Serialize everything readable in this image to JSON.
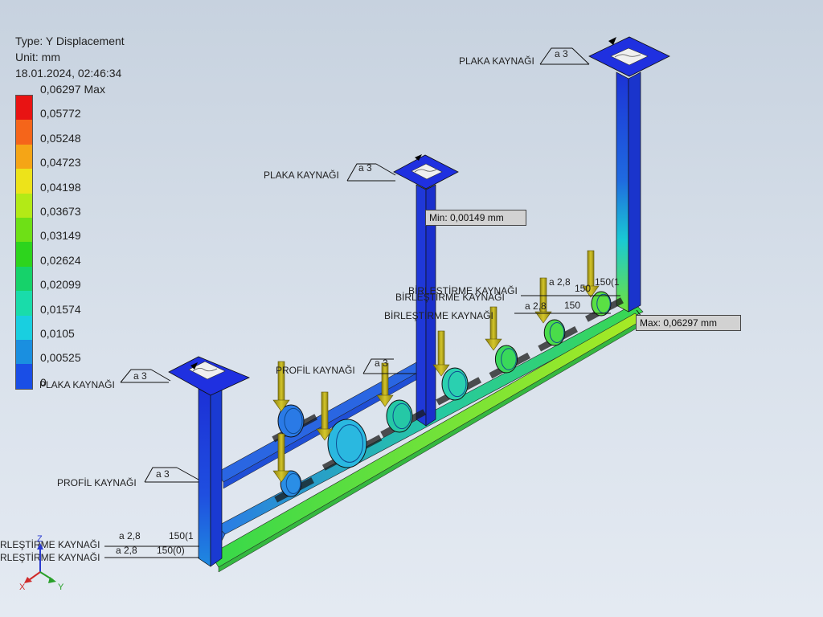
{
  "result": {
    "type_line": "Type: Y Displacement",
    "unit_line": "Unit: mm",
    "timestamp": "18.01.2024, 02:46:34"
  },
  "legend": {
    "values": [
      "0,06297 Max",
      "0,05772",
      "0,05248",
      "0,04723",
      "0,04198",
      "0,03673",
      "0,03149",
      "0,02624",
      "0,02099",
      "0,01574",
      "0,0105",
      "0,00525",
      "0"
    ],
    "colors": [
      "#e81313",
      "#f5651a",
      "#f5a516",
      "#ede31a",
      "#b3ea16",
      "#6ee016",
      "#2dd41d",
      "#16d26a",
      "#19dcaa",
      "#19cfe0",
      "#1a8fe0",
      "#1a4ee6",
      "#1f1fe0"
    ]
  },
  "probes": {
    "min_label": "Min: 0,00149 mm",
    "max_label": "Max: 0,06297 mm"
  },
  "welds": {
    "plaka": "PLAKA KAYNAĞI",
    "profil": "PROFİL KAYNAĞI",
    "birlestirme": "BİRLEŞTİRME KAYNAĞI",
    "a3": "a 3",
    "a28": "a 2,8",
    "dim150": "150(1",
    "dim150b": "150(0)",
    "dim150c": "150",
    "birlestirme_left": "RLEŞTİRME KAYNAĞI"
  },
  "triad": {
    "x": "X",
    "y": "Y",
    "z": "Z"
  },
  "colors": {
    "frame_blue": "#1f3fe0",
    "frame_green": "#3fd84a",
    "load_arrow": "#b8a81a"
  }
}
